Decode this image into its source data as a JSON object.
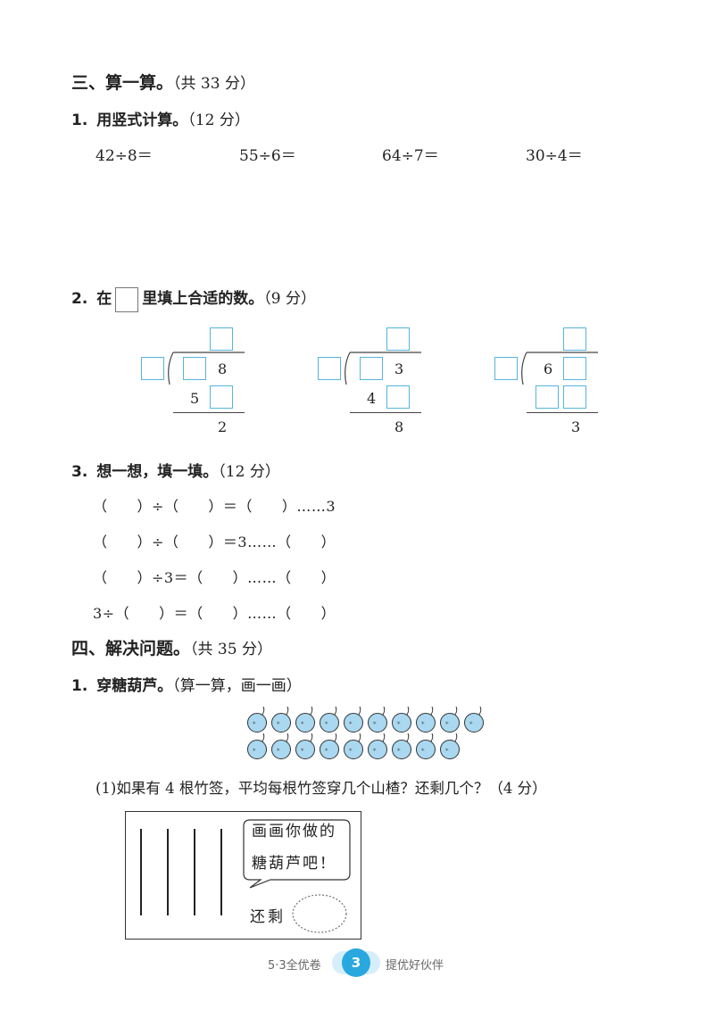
{
  "section3": {
    "title": "三、算一算。",
    "points": "（共 33 分）",
    "q1": {
      "num": "1.",
      "title": "用竖式计算。",
      "points": "（12 分）",
      "exprs": [
        "42÷8＝",
        "55÷6＝",
        "64÷7＝",
        "30÷4＝"
      ]
    },
    "q2": {
      "num": "2.",
      "pre": "在",
      "post": "里填上合适的数。",
      "points": "（9 分）",
      "divisions": [
        {
          "d1": "8",
          "d2": "5",
          "rem": "2"
        },
        {
          "d1": "3",
          "d2": "4",
          "rem": "8"
        },
        {
          "d1": "6",
          "rem": "3"
        }
      ]
    },
    "q3": {
      "num": "3.",
      "title": "想一想，填一填。",
      "points": "（12 分）",
      "rows": [
        "（　　）÷（　　）＝（　　）……3",
        "（　　）÷（　　）＝3……（　　）",
        "（　　）÷3＝（　　）……（　　）",
        "3÷（　　）＝（　　）……（　　）"
      ]
    }
  },
  "section4": {
    "title": "四、解决问题。",
    "points": "（共 35 分）",
    "q1": {
      "num": "1.",
      "title": "穿糖葫芦。",
      "note": "（算一算，画一画）",
      "haw_count_row1": 10,
      "haw_count_row2": 9,
      "sub1": "(1)如果有 4 根竹签，平均每根竹签穿几个山楂？还剩几个？（4 分）",
      "bubble_line1": "画画你做的",
      "bubble_line2": "糖葫芦吧！",
      "remain_label": "还剩",
      "skewer_count": 4
    }
  },
  "footer": {
    "left": "5·3全优卷",
    "page": "3",
    "right": "提优好伙伴"
  },
  "colors": {
    "box_border": "#55b4de",
    "berry_fill": "#a9d8f0",
    "badge": "#29a8df"
  }
}
